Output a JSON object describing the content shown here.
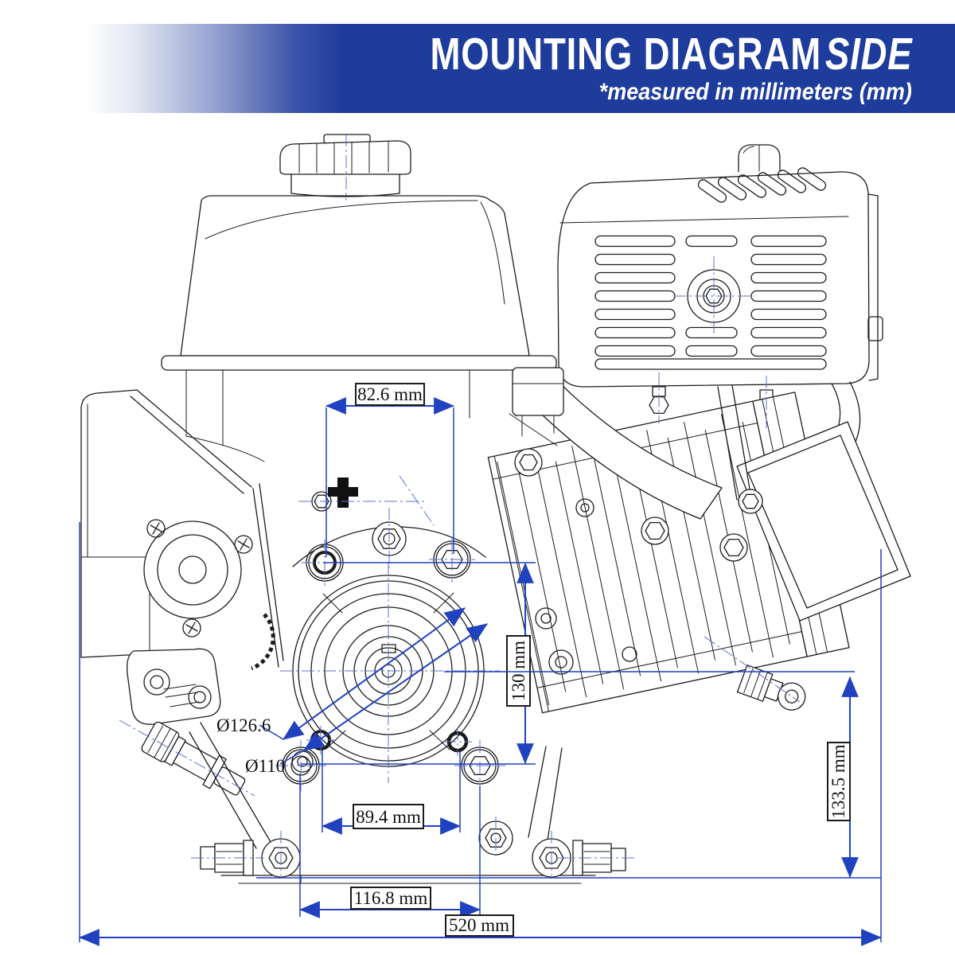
{
  "header": {
    "title": "MOUNTING DIAGRAM",
    "title_emphasis": "SIDE",
    "subtitle": "*measured in millimeters (mm)"
  },
  "dimensions": {
    "top_bolt_span": "82.6 mm",
    "side_bolt_height": "130 mm",
    "bolt_circle_diameter": "Ø126.6",
    "pilot_diameter": "Ø110",
    "base_inner_bolt_span": "89.4 mm",
    "base_outer_bolt_span": "116.8 mm",
    "overall_length": "520 mm",
    "crankshaft_center_height": "133.5 mm"
  },
  "colors": {
    "banner_blue": "#1e3c9c",
    "dimension_blue": "#2042c0",
    "centerline_blue": "#5e72cc",
    "line_black": "#1c1c1c"
  }
}
